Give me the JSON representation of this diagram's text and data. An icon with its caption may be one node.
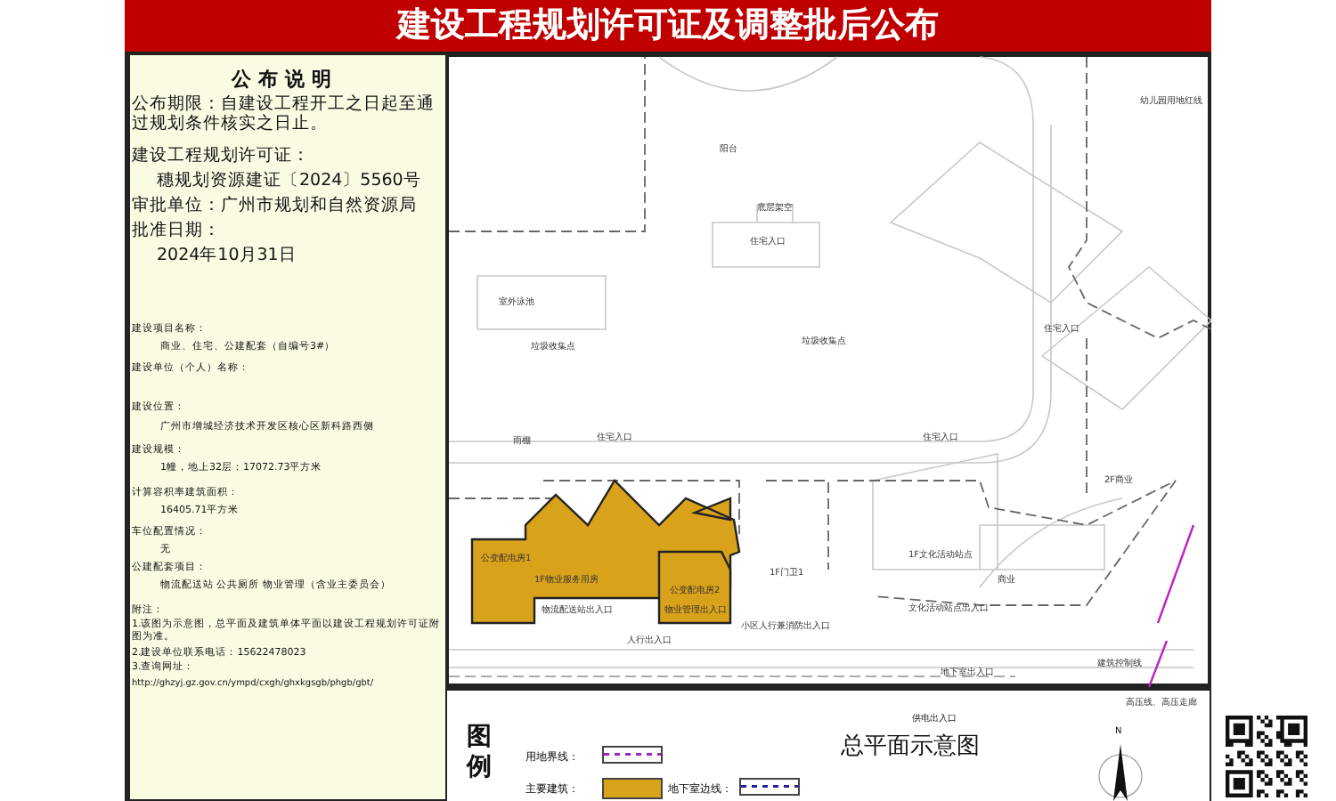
{
  "diagram": {
    "title": "建设工程规划许可证及调整批后公布",
    "labels": [
      "公布说明",
      "公布期限：自建设工程开工之日起至通过规划条件核实之日止。",
      "建设工程规划许可证：",
      "穗规划资源建证〔2024〕5560号",
      "审批单位：广州市规划和自然资源局",
      "批准日期：",
      "2024年10月31日",
      "建设项目名称：",
      "商业、住宅、公建配套（自编号3#）",
      "建设单位（个人）名称：",
      "建设位置：",
      "广州市增城经济技术开发区核心区新科路西侧",
      "建设规模：",
      "1幢，地上32层：17072.73平方米",
      "计算容积率建筑面积：",
      "16405.71平方米",
      "车位配置情况：",
      "无",
      "公建配套项目：",
      "物流配送站 公共厕所 物业管理（含业主委员会）",
      "附注：",
      "1.该图为示意图，总平面及建筑单体平面以建设工程规划许可证附图为准。",
      "2.建设单位联系电话：15622478023",
      "3.查询网址：",
      "http://ghzyj.gz.gov.cn/ympd/cxgh/ghxkgsgb/phgb/gbt/",
      "住宅入口",
      "室外泳池",
      "垃圾收集点",
      "垃圾收集点",
      "阳台",
      "底层架空",
      "住宅入口",
      "幼儿园用地红线",
      "住宅入口",
      "雨棚",
      "1F物业服务用房",
      "公变配电房1",
      "公变配电房2",
      "物流配送站出入口",
      "物业管理出入口",
      "人行出入口",
      "小区人行兼消防出入口",
      "1F门卫1",
      "住宅入口",
      "1F文化活动站点",
      "文化活动站点出入口",
      "商业",
      "地下室出入口",
      "2F商业",
      "建筑控制线",
      "高压线、高压走廊",
      "供电出入口",
      "总平面示意图",
      "图例",
      "N"
    ],
    "legend": [
      {
        "text": "用地界线："
      },
      {
        "text": "主要建筑：",
        "color": "#d9a21b"
      },
      {
        "text": "地下室边线："
      }
    ]
  }
}
